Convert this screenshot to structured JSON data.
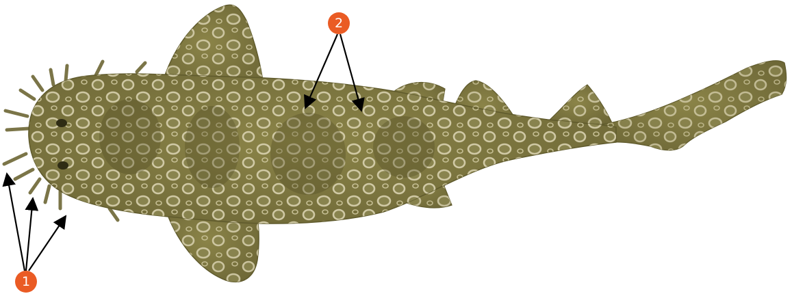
{
  "subject": {
    "icon": "wobbegong-shark-illustration",
    "colors": {
      "skin": "#7d7740",
      "skin_dark": "#5f5a2c",
      "spot_ring": "#d9d2b0",
      "spot_center": "#8a8550"
    }
  },
  "callouts": [
    {
      "id": "1",
      "label": "1"
    },
    {
      "id": "2",
      "label": "2"
    }
  ],
  "colors": {
    "badge": "#ea5b24",
    "arrow": "#000000",
    "background": "#ffffff"
  }
}
